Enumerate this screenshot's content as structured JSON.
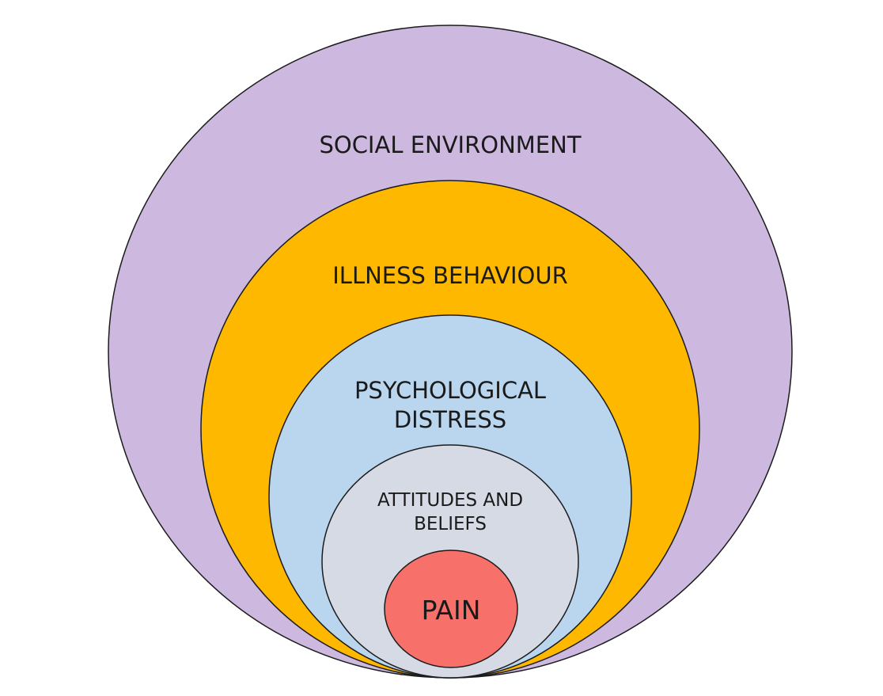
{
  "diagram": {
    "layers": [
      {
        "id": "social-environment",
        "lines": [
          "SOCIAL ENVIRONMENT"
        ],
        "color": "#cdb8df"
      },
      {
        "id": "illness-behaviour",
        "lines": [
          "ILLNESS BEHAVIOUR"
        ],
        "color": "#ffb800"
      },
      {
        "id": "psychological-distress",
        "lines": [
          "PSYCHOLOGICAL",
          "DISTRESS"
        ],
        "color": "#bad5ee"
      },
      {
        "id": "attitudes-and-beliefs",
        "lines": [
          "ATTITUDES AND",
          "BELIEFS"
        ],
        "color": "#d6dae5"
      },
      {
        "id": "pain",
        "lines": [
          "PAIN"
        ],
        "color": "#f7706a"
      }
    ]
  }
}
